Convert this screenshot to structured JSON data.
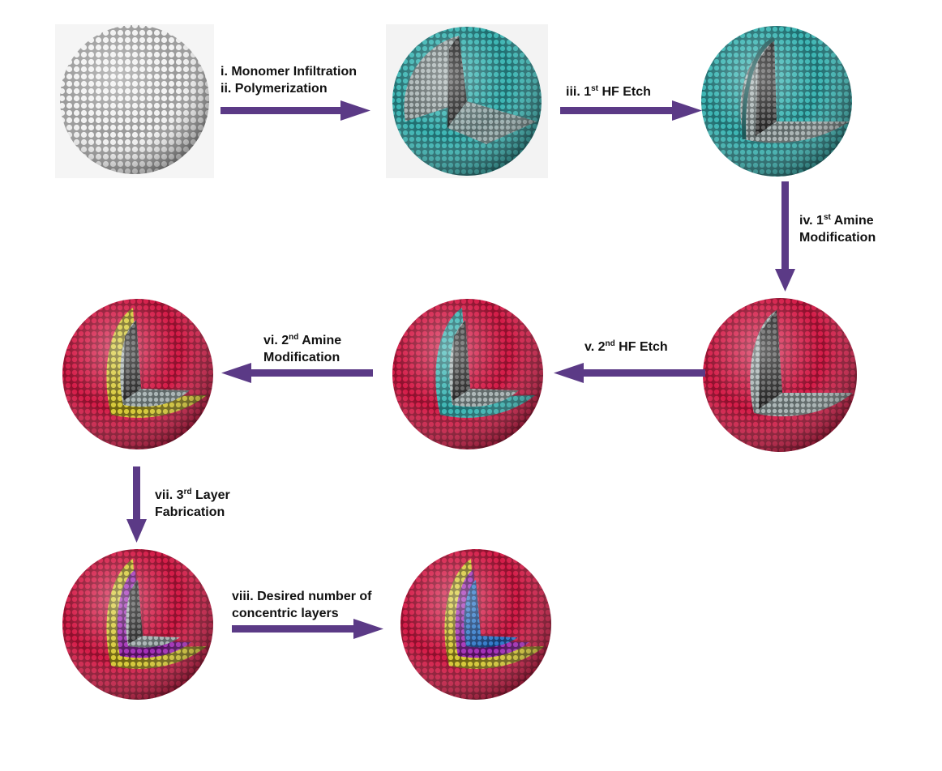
{
  "colors": {
    "arrow": "#5b3a86",
    "silica": "#e8e8e8",
    "polymer_cyan": "#2fa3a3",
    "shell_red": "#c4163e",
    "layer_yellow": "#c9bd2c",
    "layer_magenta": "#8b1f9c",
    "core_blue": "#1f5fb0",
    "core_gray": "#8f9a9a"
  },
  "steps": {
    "s1": {
      "line1": "i. Monomer Infiltration",
      "line2": "ii. Polymerization"
    },
    "s3": {
      "prefix": "iii. 1",
      "sup": "st",
      "suffix": " HF Etch"
    },
    "s4": {
      "prefix": "iv. 1",
      "sup": "st",
      "suffix": " Amine",
      "line2": "Modification"
    },
    "s5": {
      "prefix": "v. 2",
      "sup": "nd",
      "suffix": " HF Etch"
    },
    "s6": {
      "prefix": "vi. 2",
      "sup": "nd",
      "suffix": " Amine",
      "line2": "Modification"
    },
    "s7": {
      "prefix": "vii. 3",
      "sup": "rd",
      "suffix": " Layer",
      "line2": "Fabrication"
    },
    "s8": {
      "line1": "viii. Desired number of",
      "line2": "concentric layers"
    }
  }
}
